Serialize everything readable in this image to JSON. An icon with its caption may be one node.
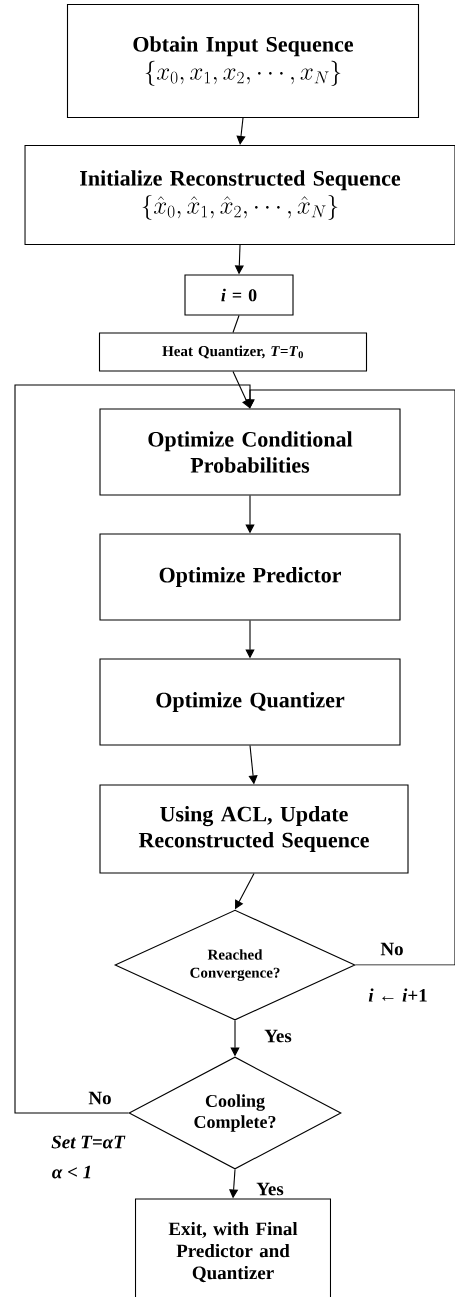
{
  "diagram": {
    "nodes": [
      {
        "text": [
          "Obtain Input Sequence",
          "\\left\\{x_0, x_1, x_2, \\cdots, x_N\\right\\}"
        ]
      },
      {
        "text": [
          "Initialize Reconstructed Sequence",
          "\\left\\{\\hat{x}_0, \\hat{x}_1, \\hat{x}_2, \\cdots, \\hat{x}_N\\right\\}"
        ]
      },
      {
        "text": [
          "*i* = 0"
        ]
      },
      {
        "text": [
          "Heat Quantizer, *T*=*T*$_{0}$"
        ]
      },
      {
        "text": [
          "Optimize Conditional Probabilities"
        ]
      },
      {
        "text": [
          "Optimize Predictor"
        ]
      },
      {
        "text": [
          "Optimize Quantizer"
        ]
      },
      {
        "text": [
          "Using ACL, Update Reconstructed Sequence"
        ]
      },
      {
        "text": [
          "Reached Convergence?"
        ]
      },
      {
        "text": [
          "Cooling Complete?"
        ]
      },
      {
        "text": [
          "Exit, with Final Predictor and Quantizer"
        ]
      }
    ],
    "edges": [
      {
        "from": 0,
        "to": 1,
        "arrow": "to"
      },
      {
        "from": 1,
        "to": 2,
        "arrow": "to"
      },
      {
        "from": 2,
        "to": 3,
        "arrow": "none"
      },
      {
        "from": 3,
        "to": 4,
        "arrow": "to"
      },
      {
        "from": 4,
        "to": 5,
        "arrow": "to"
      },
      {
        "from": 5,
        "to": 6,
        "arrow": "to"
      },
      {
        "from": 6,
        "to": 7,
        "arrow": "to"
      },
      {
        "from": 7,
        "to": 8,
        "arrow": "to"
      },
      {
        "from": 8,
        "to": 9,
        "arrow": "to",
        "label": "Yes"
      },
      {
        "from": 9,
        "to": 10,
        "arrow": "to",
        "label": "Yes"
      },
      {
        "from": 8,
        "to": 4,
        "arrow": "to",
        "label": "No"
      },
      {
        "from": 9,
        "to": 4,
        "arrow": "to",
        "label": "No"
      }
    ],
    "labels": [
      "*i* ← *i*+1",
      "Set T=αT",
      "α < 1"
    ]
  }
}
